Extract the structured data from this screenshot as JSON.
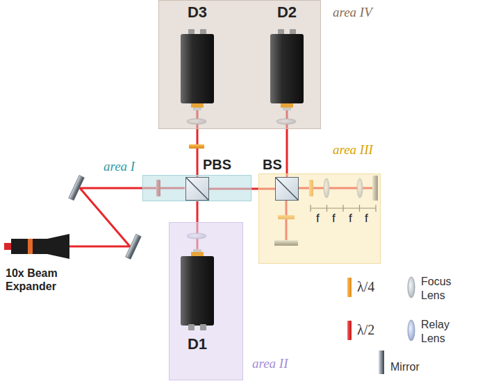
{
  "diagram": {
    "nodes": [
      {
        "text": [
          "area IV"
        ]
      },
      {
        "text": [
          "D3"
        ],
        "in": 0
      },
      {
        "text": [
          "D2"
        ],
        "in": 0
      },
      {
        "text": [
          "area I"
        ]
      },
      {
        "text": [
          "PBS"
        ],
        "in": 3
      },
      {
        "text": [
          "area II"
        ]
      },
      {
        "text": [
          "D1"
        ],
        "in": 5
      },
      {
        "text": [
          "area III"
        ]
      },
      {
        "text": [
          "BS"
        ],
        "in": 7
      }
    ],
    "edges": [
      {
        "from": 4,
        "to": 1,
        "arrow": "none"
      },
      {
        "from": 4,
        "to": 6,
        "arrow": "none"
      },
      {
        "from": 4,
        "to": 8,
        "arrow": "none"
      },
      {
        "from": 8,
        "to": 2,
        "arrow": "none"
      }
    ],
    "labels": [
      "f",
      "f",
      "f",
      "f",
      "10x Beam Expander"
    ],
    "legend": [
      {
        "text": "λ/4"
      },
      {
        "text": "Focus Lens"
      },
      {
        "text": "λ/2"
      },
      {
        "text": "Relay Lens"
      },
      {
        "text": "Mirror"
      }
    ]
  }
}
